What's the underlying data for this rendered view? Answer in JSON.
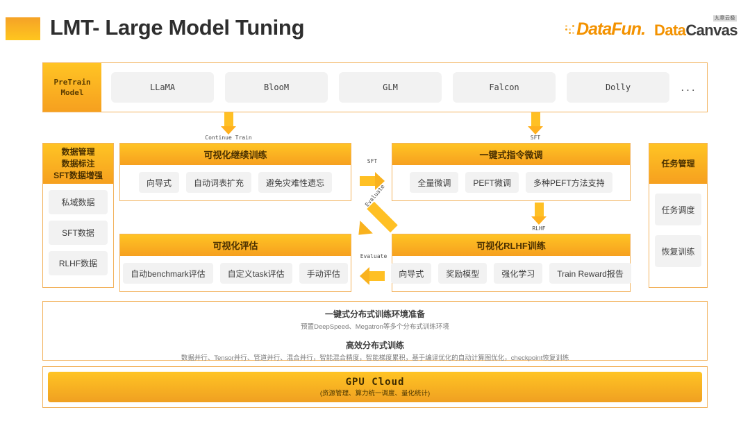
{
  "header": {
    "title": "LMT- Large Model Tuning",
    "logos": {
      "datafun": "DataFun.",
      "datacanvas_data": "Data",
      "datacanvas_canvas": "Canvas",
      "datacanvas_cn": "九章云极"
    }
  },
  "pretrain": {
    "label_line1": "PreTrain",
    "label_line2": "Model",
    "models": [
      "LLaMA",
      "BlooM",
      "GLM",
      "Falcon",
      "Dolly"
    ],
    "ellipsis": "..."
  },
  "arrows": {
    "continue_train": "Continue Train",
    "sft_down": "SFT",
    "sft_right": "SFT",
    "rlhf_down": "RLHF",
    "evaluate_diag": "Evaluate",
    "evaluate_left": "Evaluate"
  },
  "left_column": {
    "head_lines": [
      "数据管理",
      "数据标注",
      "SFT数据增强"
    ],
    "items": [
      "私域数据",
      "SFT数据",
      "RLHF数据"
    ]
  },
  "right_column": {
    "head_lines": [
      "任务管理"
    ],
    "items": [
      "任务调度",
      "恢复训练"
    ]
  },
  "panels": {
    "continue": {
      "title": "可视化继续训练",
      "chips": [
        "向导式",
        "自动词表扩充",
        "避免灾难性遗忘"
      ]
    },
    "sft": {
      "title": "一键式指令微调",
      "chips": [
        "全量微调",
        "PEFT微调",
        "多种PEFT方法支持"
      ]
    },
    "eval": {
      "title": "可视化评估",
      "chips": [
        "自动benchmark评估",
        "自定义task评估",
        "手动评估"
      ]
    },
    "rlhf": {
      "title": "可视化RLHF训练",
      "chips": [
        "向导式",
        "奖励模型",
        "强化学习",
        "Train Reward报告"
      ]
    }
  },
  "info": {
    "env_title": "一键式分布式训练环境准备",
    "env_sub": "预置DeepSpeed、Megatron等多个分布式训练环境",
    "dist_title": "高效分布式训练",
    "dist_sub": "数据并行、Tensor并行、管道并行、混合并行，智能混合精度，智能梯度累积，基于编译优化的自动计算图优化，checkpoint恢复训练"
  },
  "gpu": {
    "title": "GPU Cloud",
    "sub": "(资源管理、算力统一调度、量化统计)"
  },
  "colors": {
    "orange_top": "#FFC424",
    "orange_bottom": "#F6A01F",
    "border": "#F2B25C",
    "chip_bg": "#F2F2F2",
    "brand_orange": "#F39200"
  }
}
